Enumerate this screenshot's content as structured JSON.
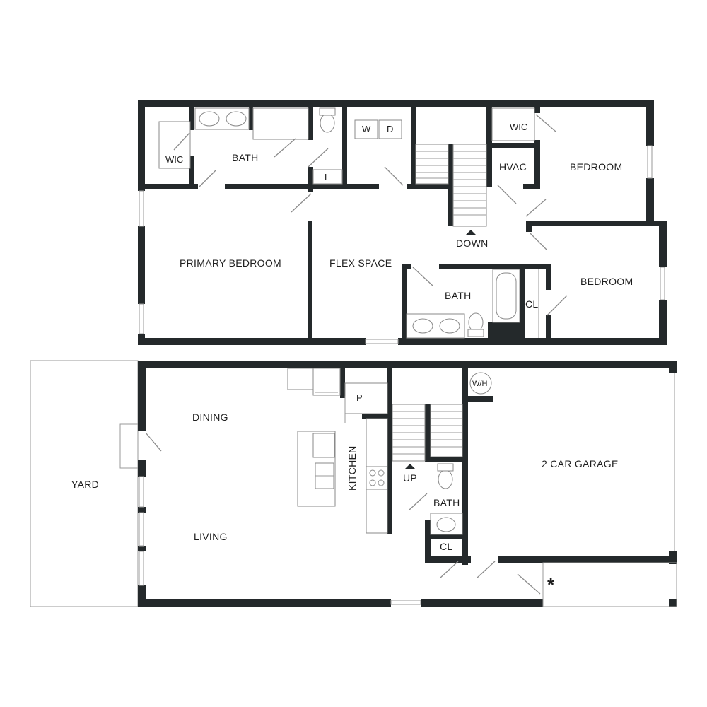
{
  "upper_floor": {
    "rooms": {
      "wic_primary": "WIC",
      "bath_primary": "BATH",
      "linen": "L",
      "washer": "W",
      "dryer": "D",
      "wic_bedroom": "WIC",
      "hvac": "HVAC",
      "bedroom_1": "BEDROOM",
      "primary_bedroom": "PRIMARY BEDROOM",
      "flex_space": "FLEX SPACE",
      "stairs_down": "DOWN",
      "bath_hall": "BATH",
      "closet": "CL",
      "bedroom_2": "BEDROOM"
    }
  },
  "lower_floor": {
    "rooms": {
      "yard": "YARD",
      "dining": "DINING",
      "living": "LIVING",
      "pantry": "P",
      "kitchen": "KITCHEN",
      "stairs_up": "UP",
      "water_heater": "W/H",
      "bath": "BATH",
      "closet": "CL",
      "garage": "2 CAR GARAGE",
      "note_marker": "*"
    }
  },
  "colors": {
    "wall": "#24292b",
    "fixture_line": "#8a8a8a",
    "background": "#ffffff"
  }
}
